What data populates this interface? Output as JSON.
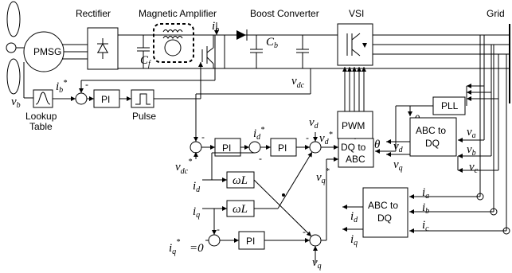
{
  "labels": {
    "rectifier": "Rectifier",
    "mag_amp": "Magnetic Amplifier",
    "boost": "Boost Converter",
    "vsi": "VSI",
    "grid": "Grid",
    "pmsg": "PMSG",
    "lookup1": "Lookup",
    "lookup2": "Table",
    "pulse": "Pulse",
    "pwm": "PWM",
    "pll": "PLL",
    "pi": "PI",
    "dq_to_abc_1": "DQ to",
    "dq_to_abc_2": "ABC",
    "abc_to_dq_1": "ABC to",
    "abc_to_dq_2": "DQ",
    "wl": "ωL",
    "minus": "-",
    "zero_eq": "=0",
    "theta": "θ"
  },
  "symbols": {
    "v": "v",
    "i": "i",
    "C": "C",
    "sub_b": "b",
    "sub_f": "f",
    "sub_dc": "dc",
    "sub_d": "d",
    "sub_q": "q",
    "sub_a": "a",
    "sub_c": "c",
    "star": "*"
  },
  "colors": {
    "line": "#000000",
    "background": "#ffffff"
  }
}
